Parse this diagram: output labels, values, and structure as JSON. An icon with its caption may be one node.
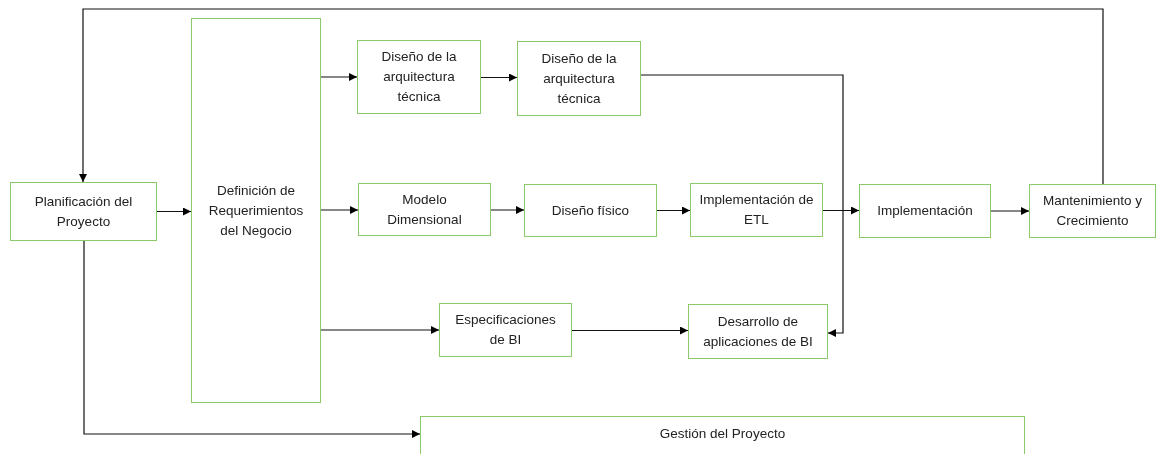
{
  "diagram": {
    "nodes": [
      {
        "text": [
          "Planificación del Proyecto"
        ]
      },
      {
        "text": [
          "Definición de Requerimientos del Negocio"
        ]
      },
      {
        "text": [
          "Diseño de la arquitectura técnica"
        ]
      },
      {
        "text": [
          "Diseño de la arquitectura técnica"
        ]
      },
      {
        "text": [
          "Modelo Dimensional"
        ]
      },
      {
        "text": [
          "Diseño físico"
        ]
      },
      {
        "text": [
          "Implementación de ETL"
        ]
      },
      {
        "text": [
          "Implementación"
        ]
      },
      {
        "text": [
          "Mantenimiento y Crecimiento"
        ]
      },
      {
        "text": [
          "Especificaciones de BI"
        ]
      },
      {
        "text": [
          "Desarrollo de aplicaciones de BI"
        ]
      },
      {
        "text": [
          "Gestión del Proyecto"
        ]
      }
    ],
    "edges": [
      {
        "from": 0,
        "to": 1,
        "arrow": "to"
      },
      {
        "from": 1,
        "to": 2,
        "arrow": "to"
      },
      {
        "from": 2,
        "to": 3,
        "arrow": "to"
      },
      {
        "from": 1,
        "to": 4,
        "arrow": "to"
      },
      {
        "from": 4,
        "to": 5,
        "arrow": "to"
      },
      {
        "from": 5,
        "to": 6,
        "arrow": "to"
      },
      {
        "from": 6,
        "to": 7,
        "arrow": "to"
      },
      {
        "from": 7,
        "to": 8,
        "arrow": "to"
      },
      {
        "from": 3,
        "to": 10,
        "arrow": "to"
      },
      {
        "from": 1,
        "to": 9,
        "arrow": "to"
      },
      {
        "from": 9,
        "to": 10,
        "arrow": "to"
      },
      {
        "from": 8,
        "to": 0,
        "arrow": "to"
      },
      {
        "from": 0,
        "to": 11,
        "arrow": "to"
      }
    ]
  }
}
